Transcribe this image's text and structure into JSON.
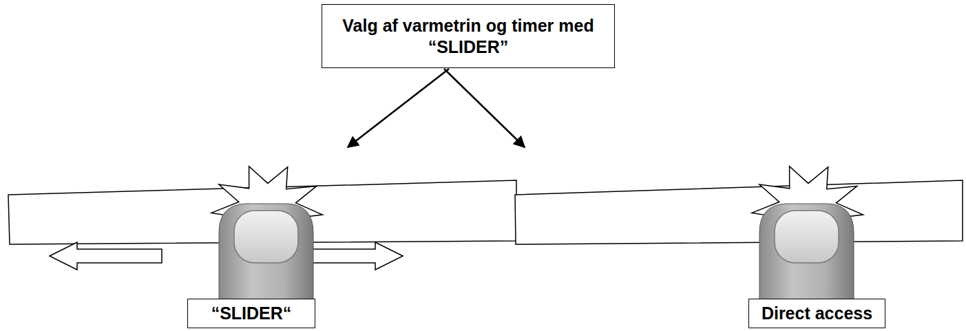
{
  "diagram": {
    "nodes": [
      {
        "text": [
          "Valg af varmetrin og timer med “SLIDER”"
        ]
      },
      {
        "text": [
          "“SLIDER“"
        ]
      },
      {
        "text": [
          "Direct access"
        ]
      }
    ]
  }
}
